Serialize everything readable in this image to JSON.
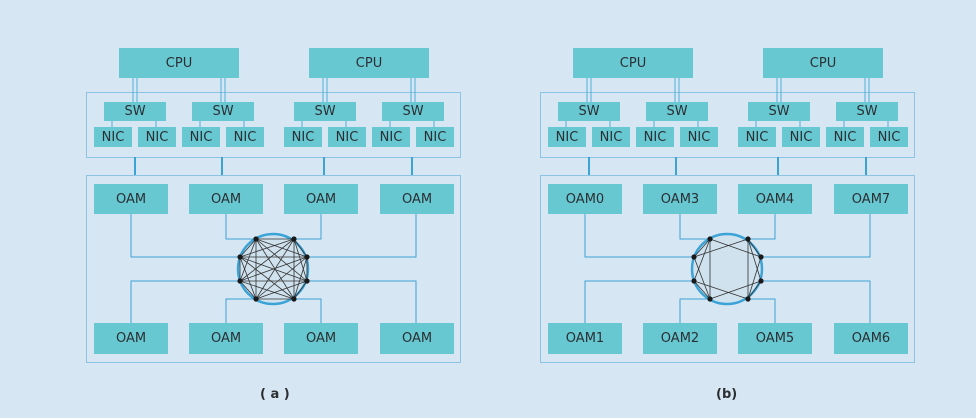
{
  "colors": {
    "background": "#d7e6f3",
    "box": "#67c8d2",
    "link": "#3ba3d6",
    "ring": "#3ba3d6",
    "mesh": "#333333"
  },
  "panels": [
    {
      "caption": "( a )",
      "cpus": [
        "CPU",
        "CPU"
      ],
      "switches": [
        "SW",
        "SW",
        "SW",
        "SW"
      ],
      "nics": [
        "NIC",
        "NIC",
        "NIC",
        "NIC",
        "NIC",
        "NIC",
        "NIC",
        "NIC"
      ],
      "oam_top": [
        "OAM",
        "OAM",
        "OAM",
        "OAM"
      ],
      "oam_bottom": [
        "OAM",
        "OAM",
        "OAM",
        "OAM"
      ],
      "mesh": "full"
    },
    {
      "caption": "(b)",
      "cpus": [
        "CPU",
        "CPU"
      ],
      "switches": [
        "SW",
        "SW",
        "SW",
        "SW"
      ],
      "nics": [
        "NIC",
        "NIC",
        "NIC",
        "NIC",
        "NIC",
        "NIC",
        "NIC",
        "NIC"
      ],
      "oam_top": [
        "OAM0",
        "OAM3",
        "OAM4",
        "OAM7"
      ],
      "oam_bottom": [
        "OAM1",
        "OAM2",
        "OAM5",
        "OAM6"
      ],
      "mesh": "partial"
    }
  ]
}
